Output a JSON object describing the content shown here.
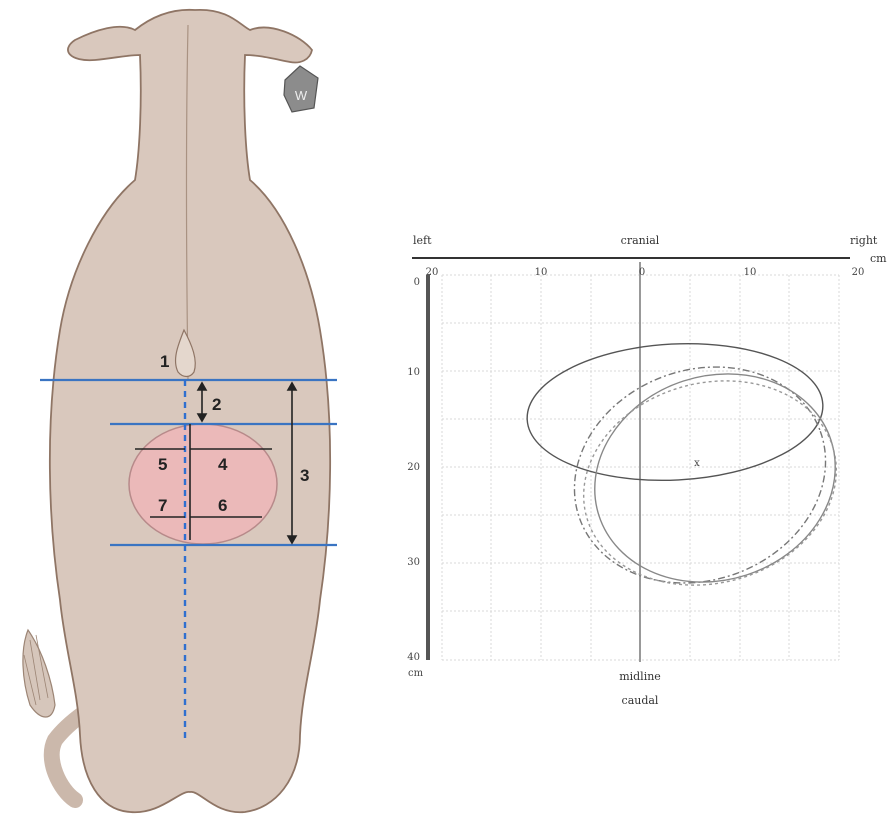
{
  "cow_diagram": {
    "ear_tag_text": "W",
    "labels": [
      "1",
      "2",
      "3",
      "4",
      "5",
      "6",
      "7"
    ],
    "colors": {
      "body": "#d9c8bd",
      "outline": "#8f7565",
      "marker_lines": "#3a74c2",
      "midline": "#2f6fd0",
      "region_fill": "#ebb9b9",
      "region_stroke": "#b78a8a"
    }
  },
  "plot": {
    "top_left_label": "left",
    "top_center_label": "cranial",
    "top_right_label": "right",
    "top_right_unit": "cm",
    "bottom_left_unit": "cm",
    "bottom_label_1": "midline",
    "bottom_label_2": "caudal",
    "center_marker": "x",
    "x_ticks": [
      "20",
      "10",
      "0",
      "10",
      "20"
    ],
    "y_ticks": [
      "0",
      "10",
      "20",
      "30",
      "40"
    ]
  }
}
